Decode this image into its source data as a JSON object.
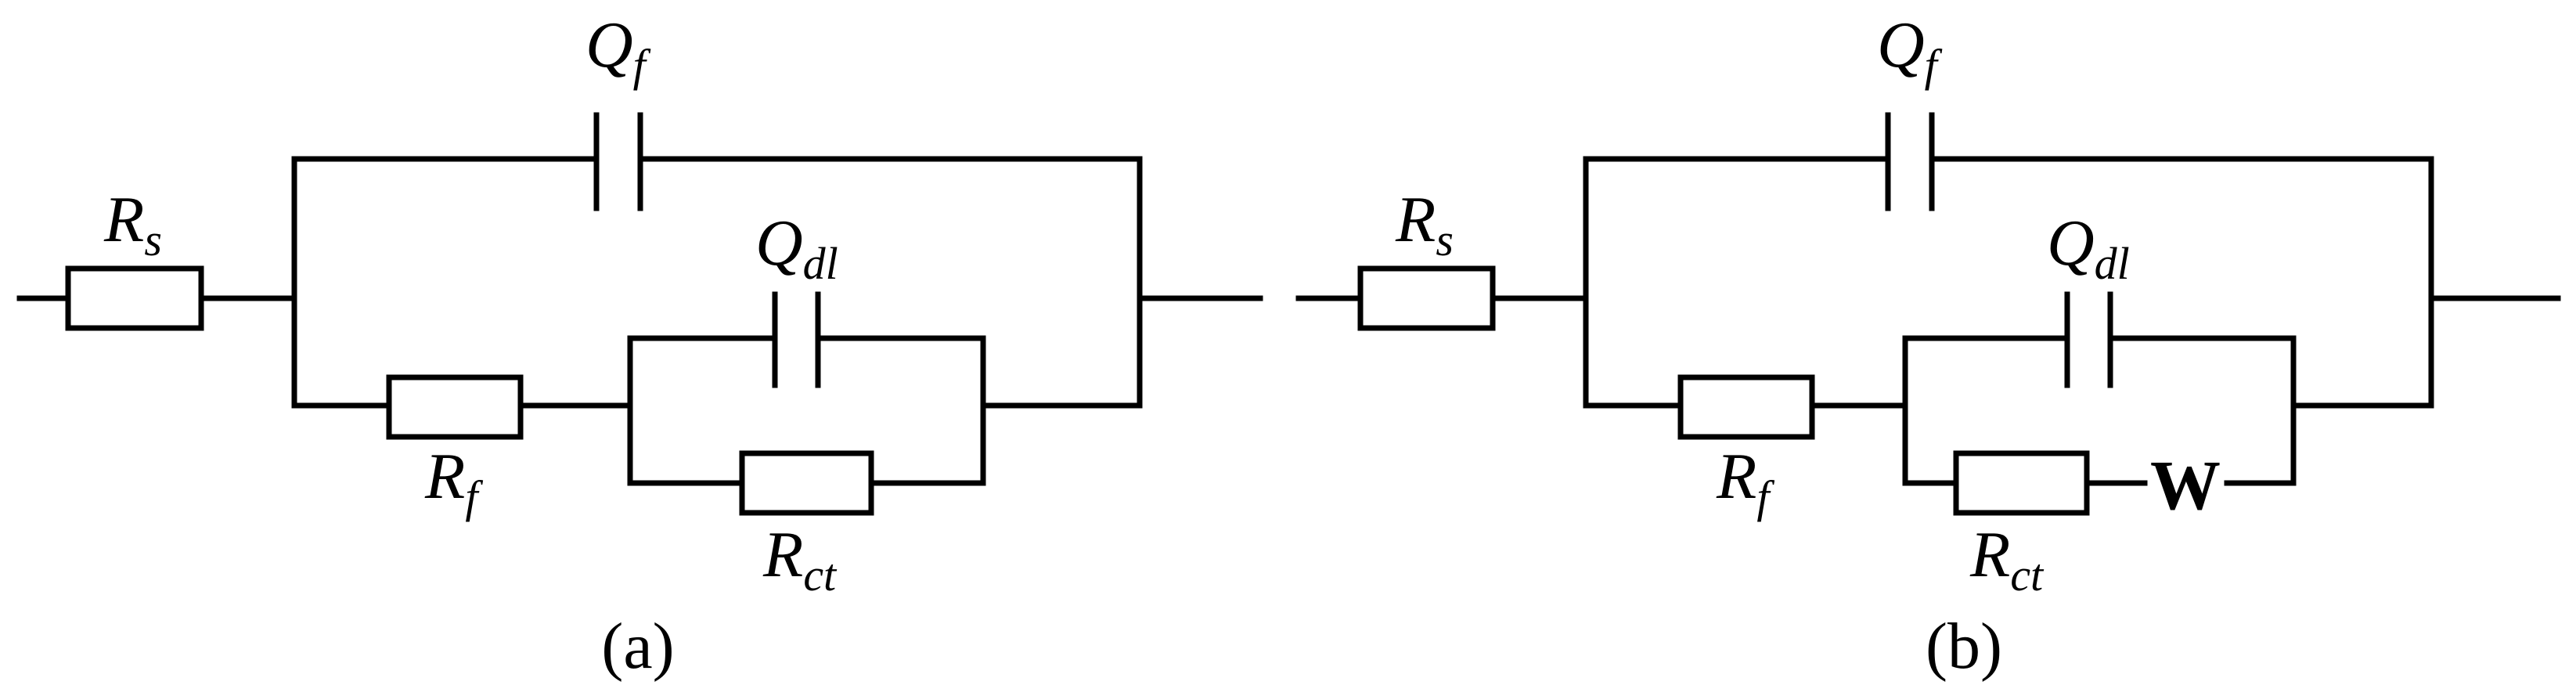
{
  "circuits": [
    {
      "caption": "(a)",
      "labels": {
        "rs": {
          "main": "R",
          "sub": "s"
        },
        "qf": {
          "main": "Q",
          "sub": "f"
        },
        "qdl": {
          "main": "Q",
          "sub": "dl"
        },
        "rf": {
          "main": "R",
          "sub": "f"
        },
        "rct": {
          "main": "R",
          "sub": "ct"
        }
      },
      "warburg": ""
    },
    {
      "caption": "(b)",
      "labels": {
        "rs": {
          "main": "R",
          "sub": "s"
        },
        "qf": {
          "main": "Q",
          "sub": "f"
        },
        "qdl": {
          "main": "Q",
          "sub": "dl"
        },
        "rf": {
          "main": "R",
          "sub": "f"
        },
        "rct": {
          "main": "R",
          "sub": "ct"
        }
      },
      "warburg": "W"
    }
  ]
}
